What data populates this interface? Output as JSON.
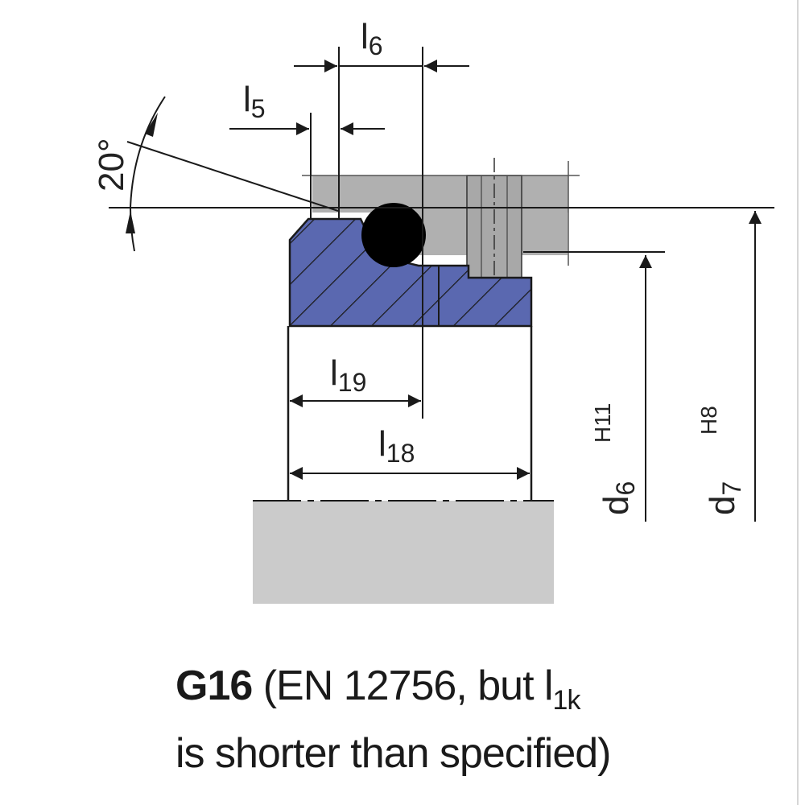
{
  "diagram": {
    "angle_label": "20°",
    "labels": {
      "l6": {
        "main": "l",
        "sub": "6"
      },
      "l5": {
        "main": "l",
        "sub": "5"
      },
      "l19": {
        "main": "l",
        "sub": "19"
      },
      "l18": {
        "main": "l",
        "sub": "18"
      },
      "d6": {
        "main": "d",
        "sub": "6",
        "tol": "H11"
      },
      "d7": {
        "main": "d",
        "sub": "7",
        "tol": "H8"
      }
    },
    "colors": {
      "seal_body": "#5a68b0",
      "housing": "#b0b0b0",
      "base": "#cbcbcb",
      "oring": "#000000",
      "line": "#1a1a1a"
    }
  },
  "caption": {
    "code": "G16",
    "line1_text": " (EN 12756, but l",
    "line1_sub": "1k",
    "line2": "is shorter than specified)"
  }
}
